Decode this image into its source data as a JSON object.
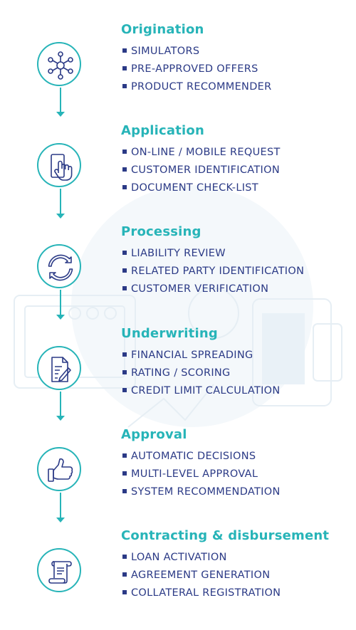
{
  "colors": {
    "accent": "#27b4b8",
    "text": "#2b3a86"
  },
  "steps": [
    {
      "title": "Origination",
      "icon": "network-nodes-icon",
      "items": [
        "SIMULATORS",
        "PRE-APPROVED OFFERS",
        "PRODUCT RECOMMENDER"
      ]
    },
    {
      "title": "Application",
      "icon": "mobile-tap-icon",
      "items": [
        "ON-LINE / MOBILE REQUEST",
        "CUSTOMER IDENTIFICATION",
        "DOCUMENT CHECK-LIST"
      ]
    },
    {
      "title": "Processing",
      "icon": "refresh-cycle-icon",
      "items": [
        "LIABILITY REVIEW",
        "RELATED PARTY IDENTIFICATION",
        "CUSTOMER VERIFICATION"
      ]
    },
    {
      "title": "Underwriting",
      "icon": "document-pen-icon",
      "items": [
        "FINANCIAL SPREADING",
        "RATING / SCORING",
        "CREDIT LIMIT CALCULATION"
      ]
    },
    {
      "title": "Approval",
      "icon": "thumbs-up-icon",
      "items": [
        "AUTOMATIC DECISIONS",
        "MULTI-LEVEL APPROVAL",
        "SYSTEM RECOMMENDATION"
      ]
    },
    {
      "title": "Contracting & disbursement",
      "icon": "scroll-contract-icon",
      "items": [
        "LOAN ACTIVATION",
        "AGREEMENT GENERATION",
        "COLLATERAL REGISTRATION"
      ]
    }
  ]
}
